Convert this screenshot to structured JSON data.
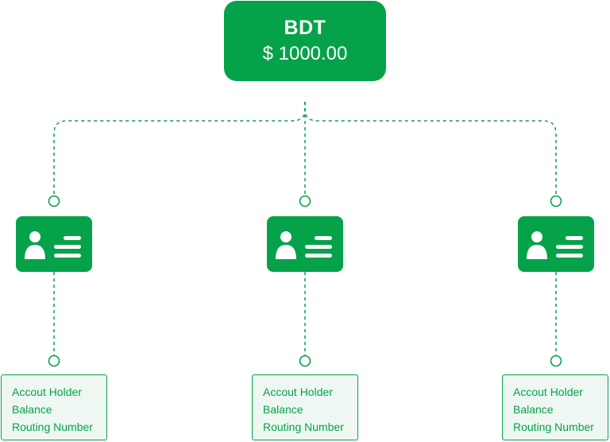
{
  "colors": {
    "accent": "#06a24a",
    "box_fill": "#eef7f1"
  },
  "root": {
    "currency": "BDT",
    "amount": "$ 1000.00"
  },
  "accounts": [
    {
      "icon": "id-card-icon",
      "fields": [
        "Accout Holder",
        "Balance",
        "Routing Number"
      ]
    },
    {
      "icon": "id-card-icon",
      "fields": [
        "Accout Holder",
        "Balance",
        "Routing Number"
      ]
    },
    {
      "icon": "id-card-icon",
      "fields": [
        "Accout Holder",
        "Balance",
        "Routing Number"
      ]
    }
  ]
}
